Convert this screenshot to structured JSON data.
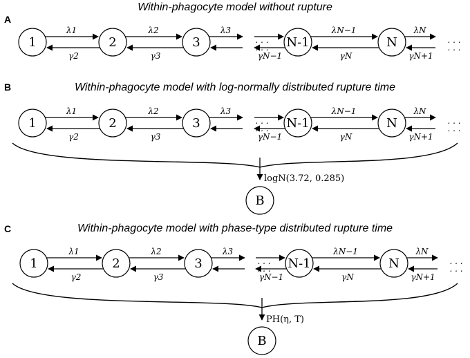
{
  "panels": [
    {
      "letter": "A",
      "title": "Within-phagocyte model without rupture",
      "states": [
        "1",
        "2",
        "3",
        "N-1",
        "N"
      ],
      "forward_rates": [
        "λ1",
        "λ2",
        "λ3",
        "λN−1",
        "λN"
      ],
      "backward_rates": [
        "γ2",
        "γ3",
        "γN−1",
        "γN",
        "γN+1"
      ],
      "ellipsis": ". . .",
      "rupture": null
    },
    {
      "letter": "B",
      "title": "Within-phagocyte model with log-normally distributed rupture time",
      "states": [
        "1",
        "2",
        "3",
        "N-1",
        "N"
      ],
      "forward_rates": [
        "λ1",
        "λ2",
        "λ3",
        "λN−1",
        "λN"
      ],
      "backward_rates": [
        "γ2",
        "γ3",
        "γN−1",
        "γN",
        "γN+1"
      ],
      "ellipsis": ". . .",
      "rupture": {
        "distribution": "logN(3.72, 0.285)",
        "target": "B"
      }
    },
    {
      "letter": "C",
      "title": "Within-phagocyte model with phase-type distributed rupture time",
      "states": [
        "1",
        "2",
        "3",
        "N-1",
        "N"
      ],
      "forward_rates": [
        "λ1",
        "λ2",
        "λ3",
        "λN−1",
        "λN"
      ],
      "backward_rates": [
        "γ2",
        "γ3",
        "γN−1",
        "γN",
        "γN+1"
      ],
      "ellipsis": ". . .",
      "rupture": {
        "distribution": "PH(η, T)",
        "target": "B"
      }
    }
  ]
}
